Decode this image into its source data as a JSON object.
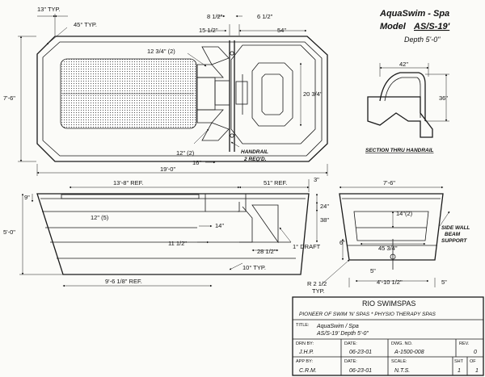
{
  "title_block_top": {
    "product": "AquaSwim - Spa",
    "model_prefix": "Model",
    "model": "AS/S-19'",
    "depth": "Depth 5'-0\""
  },
  "plan_view": {
    "d_13_typ": "13\" TYP.",
    "d_45_typ": "45° TYP.",
    "d_8_half": "8 1/2\"",
    "d_6_half": "6 1/2\"",
    "d_15_half": "15 1/2\"",
    "d_54": "54\"",
    "d_12_34_2": "12 3/4\" (2)",
    "d_7_6": "7'-6\"",
    "d_20_34": "20 3/4\"",
    "d_12_2": "12\" (2)",
    "d_16": "16\"",
    "handrail": "HANDRAIL",
    "handrail_req": "2 REQ'D.",
    "d_19_0": "19'-0\""
  },
  "handrail_section": {
    "d_42": "42\"",
    "d_36": "36\"",
    "label": "SECTION THRU HANDRAIL"
  },
  "side_elevation": {
    "d_13_8_ref": "13'-8\" REF.",
    "d_51_ref": "51\" REF.",
    "d_3": "3\"",
    "d_9": "9\"",
    "d_24": "24\"",
    "d_38": "38\"",
    "d_12_5": "12\" (5)",
    "d_14": "14\"",
    "d_5_0": "5'-0\"",
    "d_11_half": "11 1/2\"",
    "d_28_half": "28 1/2\"",
    "draft": "1° DRAFT",
    "d_10_typ": "10° TYP.",
    "d_9_6_ref": "9'-6 1/8\" REF."
  },
  "end_elevation": {
    "d_7_6": "7'-6\"",
    "d_14_2": "14\"(2)",
    "side_wall": "SIDE WALL",
    "beam": "BEAM",
    "support": "SUPPORT",
    "d_6": "6\"",
    "d_45_34": "45 3/4\"",
    "d_r2_half": "R 2 1/2",
    "d_typ": "TYP.",
    "d_5_left": "5\"",
    "d_4_10": "4'-10 1/2\"",
    "d_5_right": "5\""
  },
  "title_block": {
    "company": "RIO SWIMSPAS",
    "tagline": "PIONEER OF SWIM 'N' SPAS  *  PHYSIO THERAPY SPAS",
    "title_label": "TITLE:",
    "title_line1": "AquaSwim / Spa",
    "title_line2": "AS/S-19'   Depth 5'-0\"",
    "drn_label": "DRN BY:",
    "drn_value": "J.H.P.",
    "date_label": "DATE:",
    "date1": "06-23-01",
    "dwg_label": "DWG. NO.",
    "dwg_value": "A-1500-008",
    "rev_label": "REV.",
    "rev_value": "0",
    "app_label": "APP BY:",
    "app_value": "C.R.M.",
    "date_label2": "DATE:",
    "date2": "06-23-01",
    "scale_label": "SCALE:",
    "scale_value": "N.T.S.",
    "sht_label": "SHT",
    "sht_value": "1",
    "of_label": "OF",
    "of_value": "1"
  }
}
